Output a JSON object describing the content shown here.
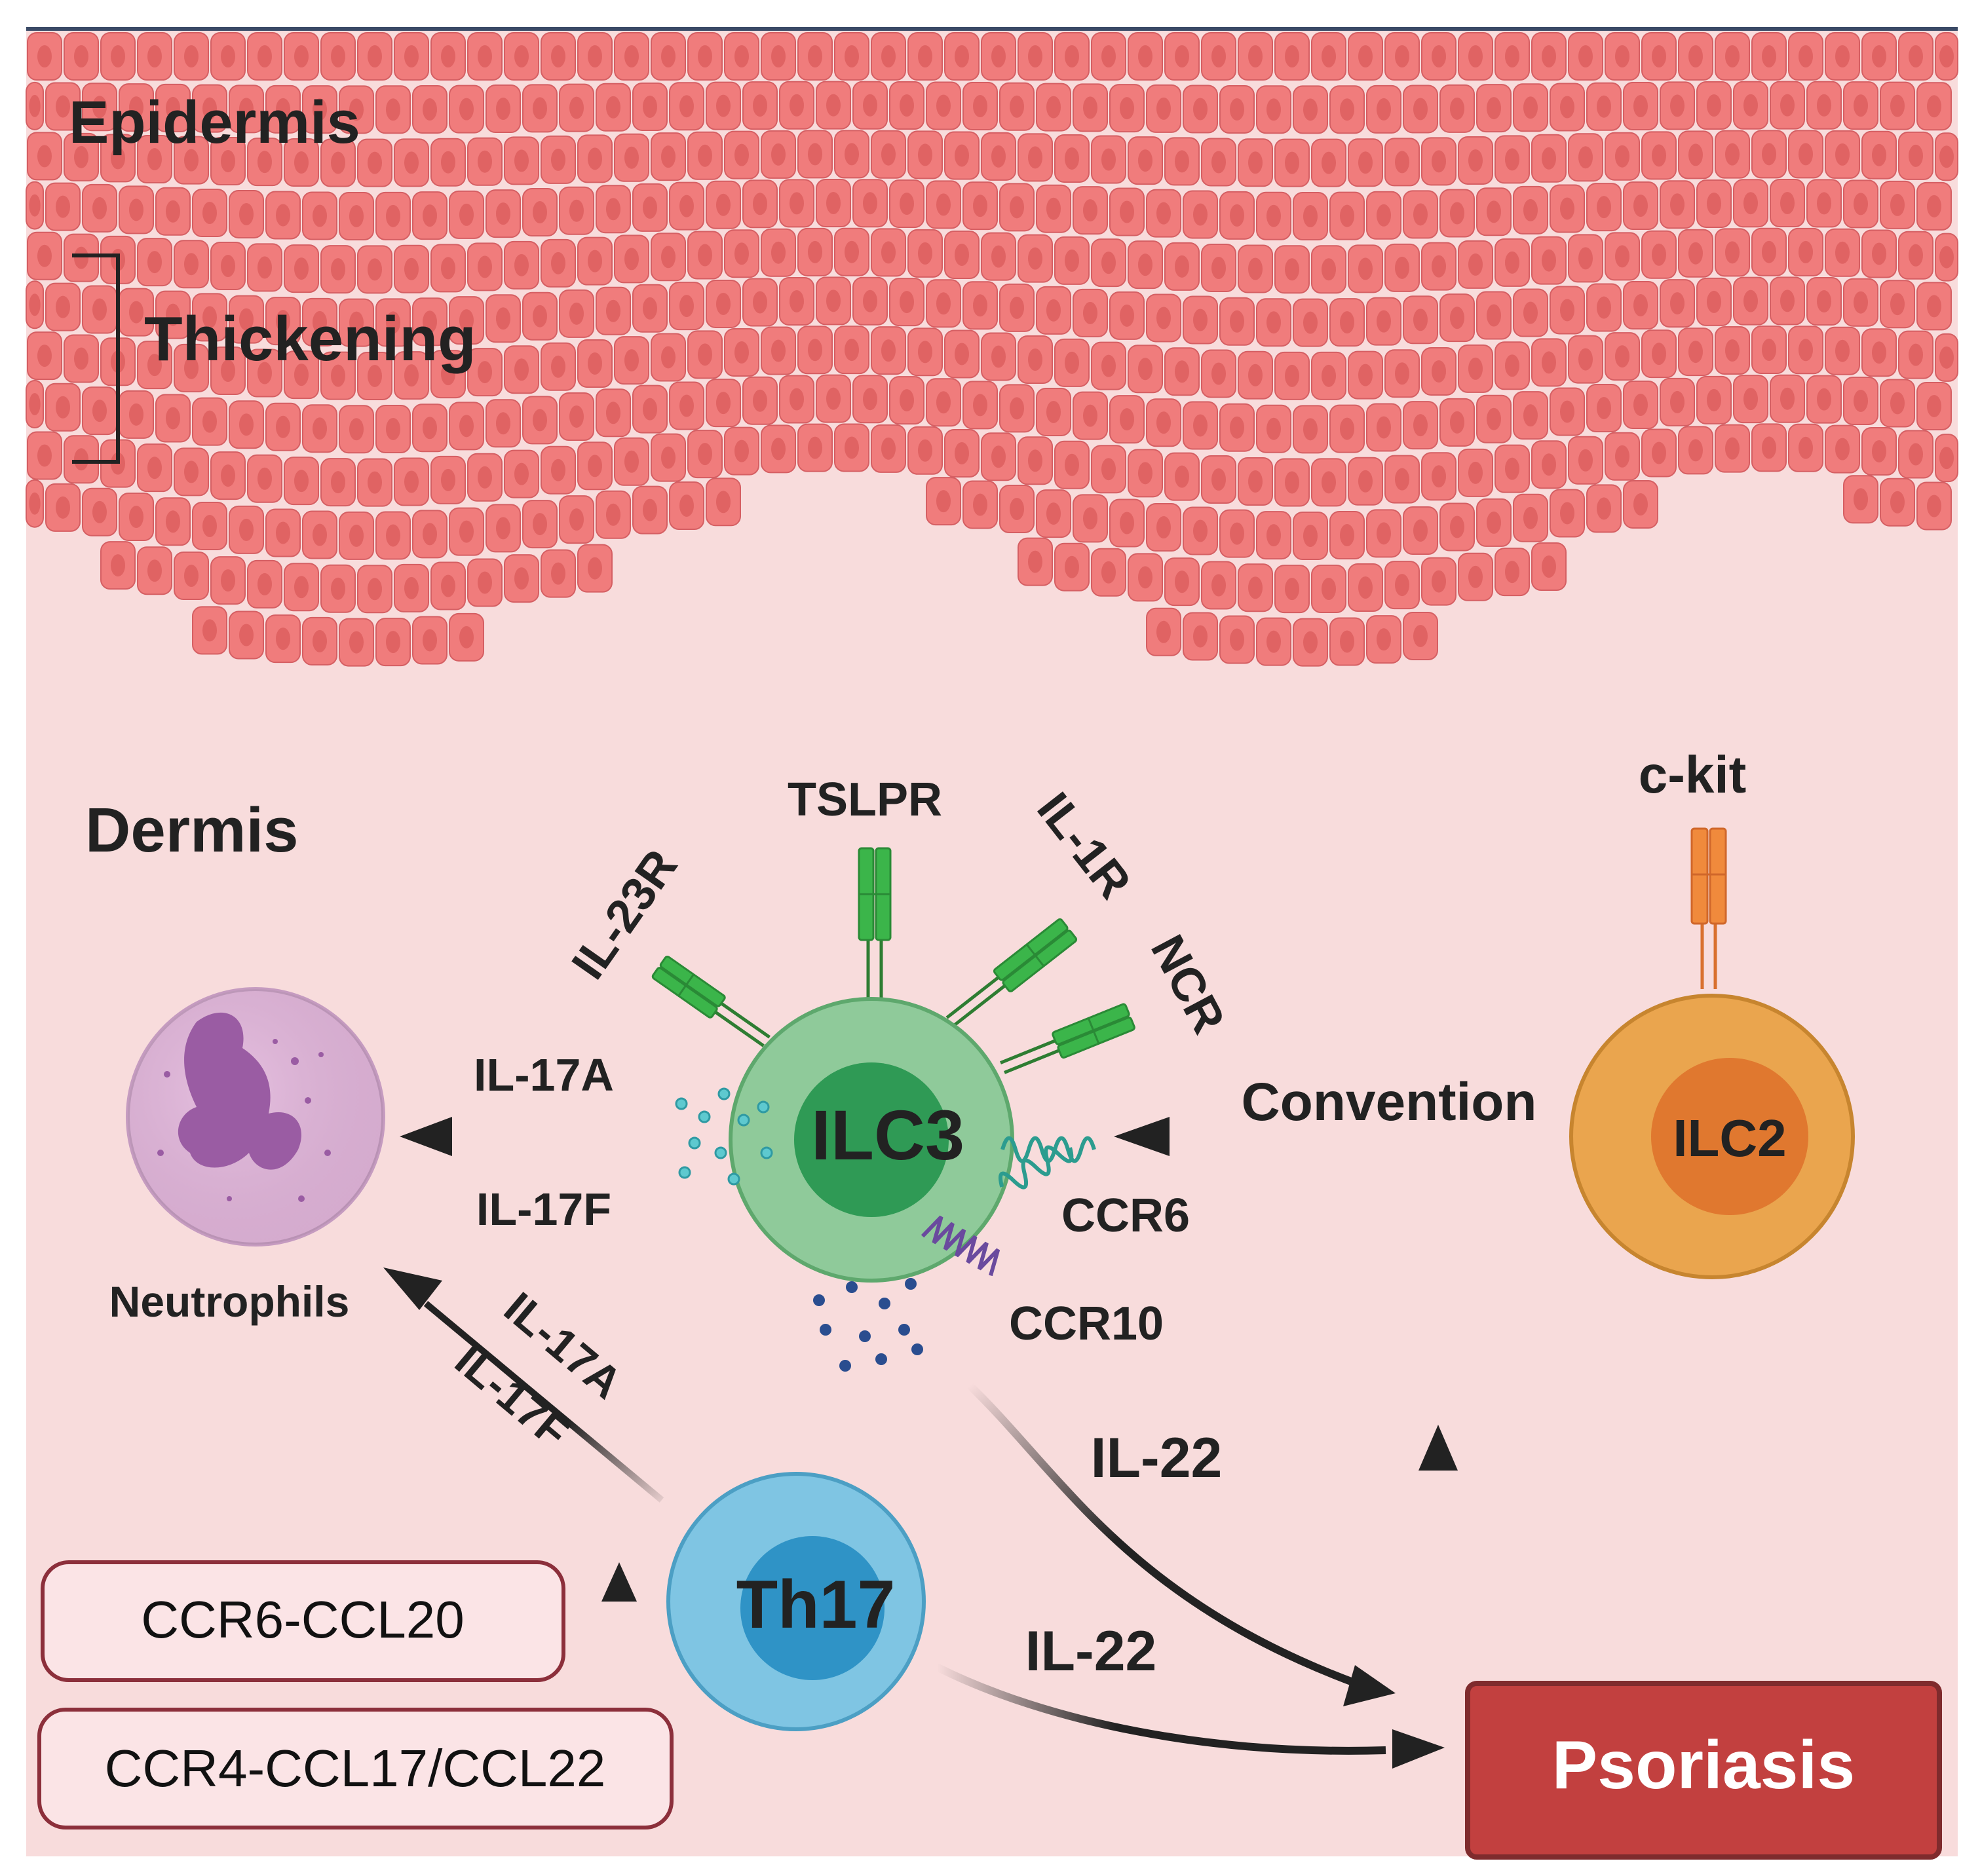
{
  "regions": {
    "epidermis": "Epidermis",
    "thickening": "Thickening",
    "dermis": "Dermis"
  },
  "cells": {
    "ilc3": "ILC3",
    "ilc2": "ILC2",
    "th17": "Th17",
    "neutrophils": "Neutrophils"
  },
  "receptors": {
    "il23r": "IL-23R",
    "tslpr": "TSLPR",
    "il1r": "IL-1R",
    "ncr": "NCR",
    "ckit": "c-kit",
    "ccr6": "CCR6",
    "ccr10": "CCR10"
  },
  "cytokines": {
    "il17a_ilc3": "IL-17A",
    "il17f_ilc3": "IL-17F",
    "il17a_th17": "IL-17A",
    "il17f_th17": "IL-17F",
    "il22_ilc3": "IL-22",
    "il22_th17": "IL-22"
  },
  "conversion_label": "Convention",
  "chemokine_boxes": [
    "CCR6-CCL20",
    "CCR4-CCL17/CCL22"
  ],
  "outcome": "Psoriasis",
  "colors": {
    "keratinocyte": "#f07c7c",
    "keratinocyte_nucleus": "#e06363",
    "dermis_bg": "#f8dcdc",
    "ilc3": "#8fca9a",
    "ilc3_nucleus": "#2f9a55",
    "ilc2": "#eaa54e",
    "ilc2_nucleus": "#e0782f",
    "th17": "#7fc5e3",
    "th17_nucleus": "#2f93c6",
    "neutrophil": "#e3b6dc",
    "neutrophil_nucleus": "#9a5ca3",
    "receptor_green": "#3bb54a",
    "receptor_orange": "#f08a3c",
    "ccr6_receptor": "#2c9c8f",
    "ccr10_receptor": "#6a4a9e",
    "psoriasis_box": "#c2403f",
    "box_border": "#8c2f3b"
  }
}
